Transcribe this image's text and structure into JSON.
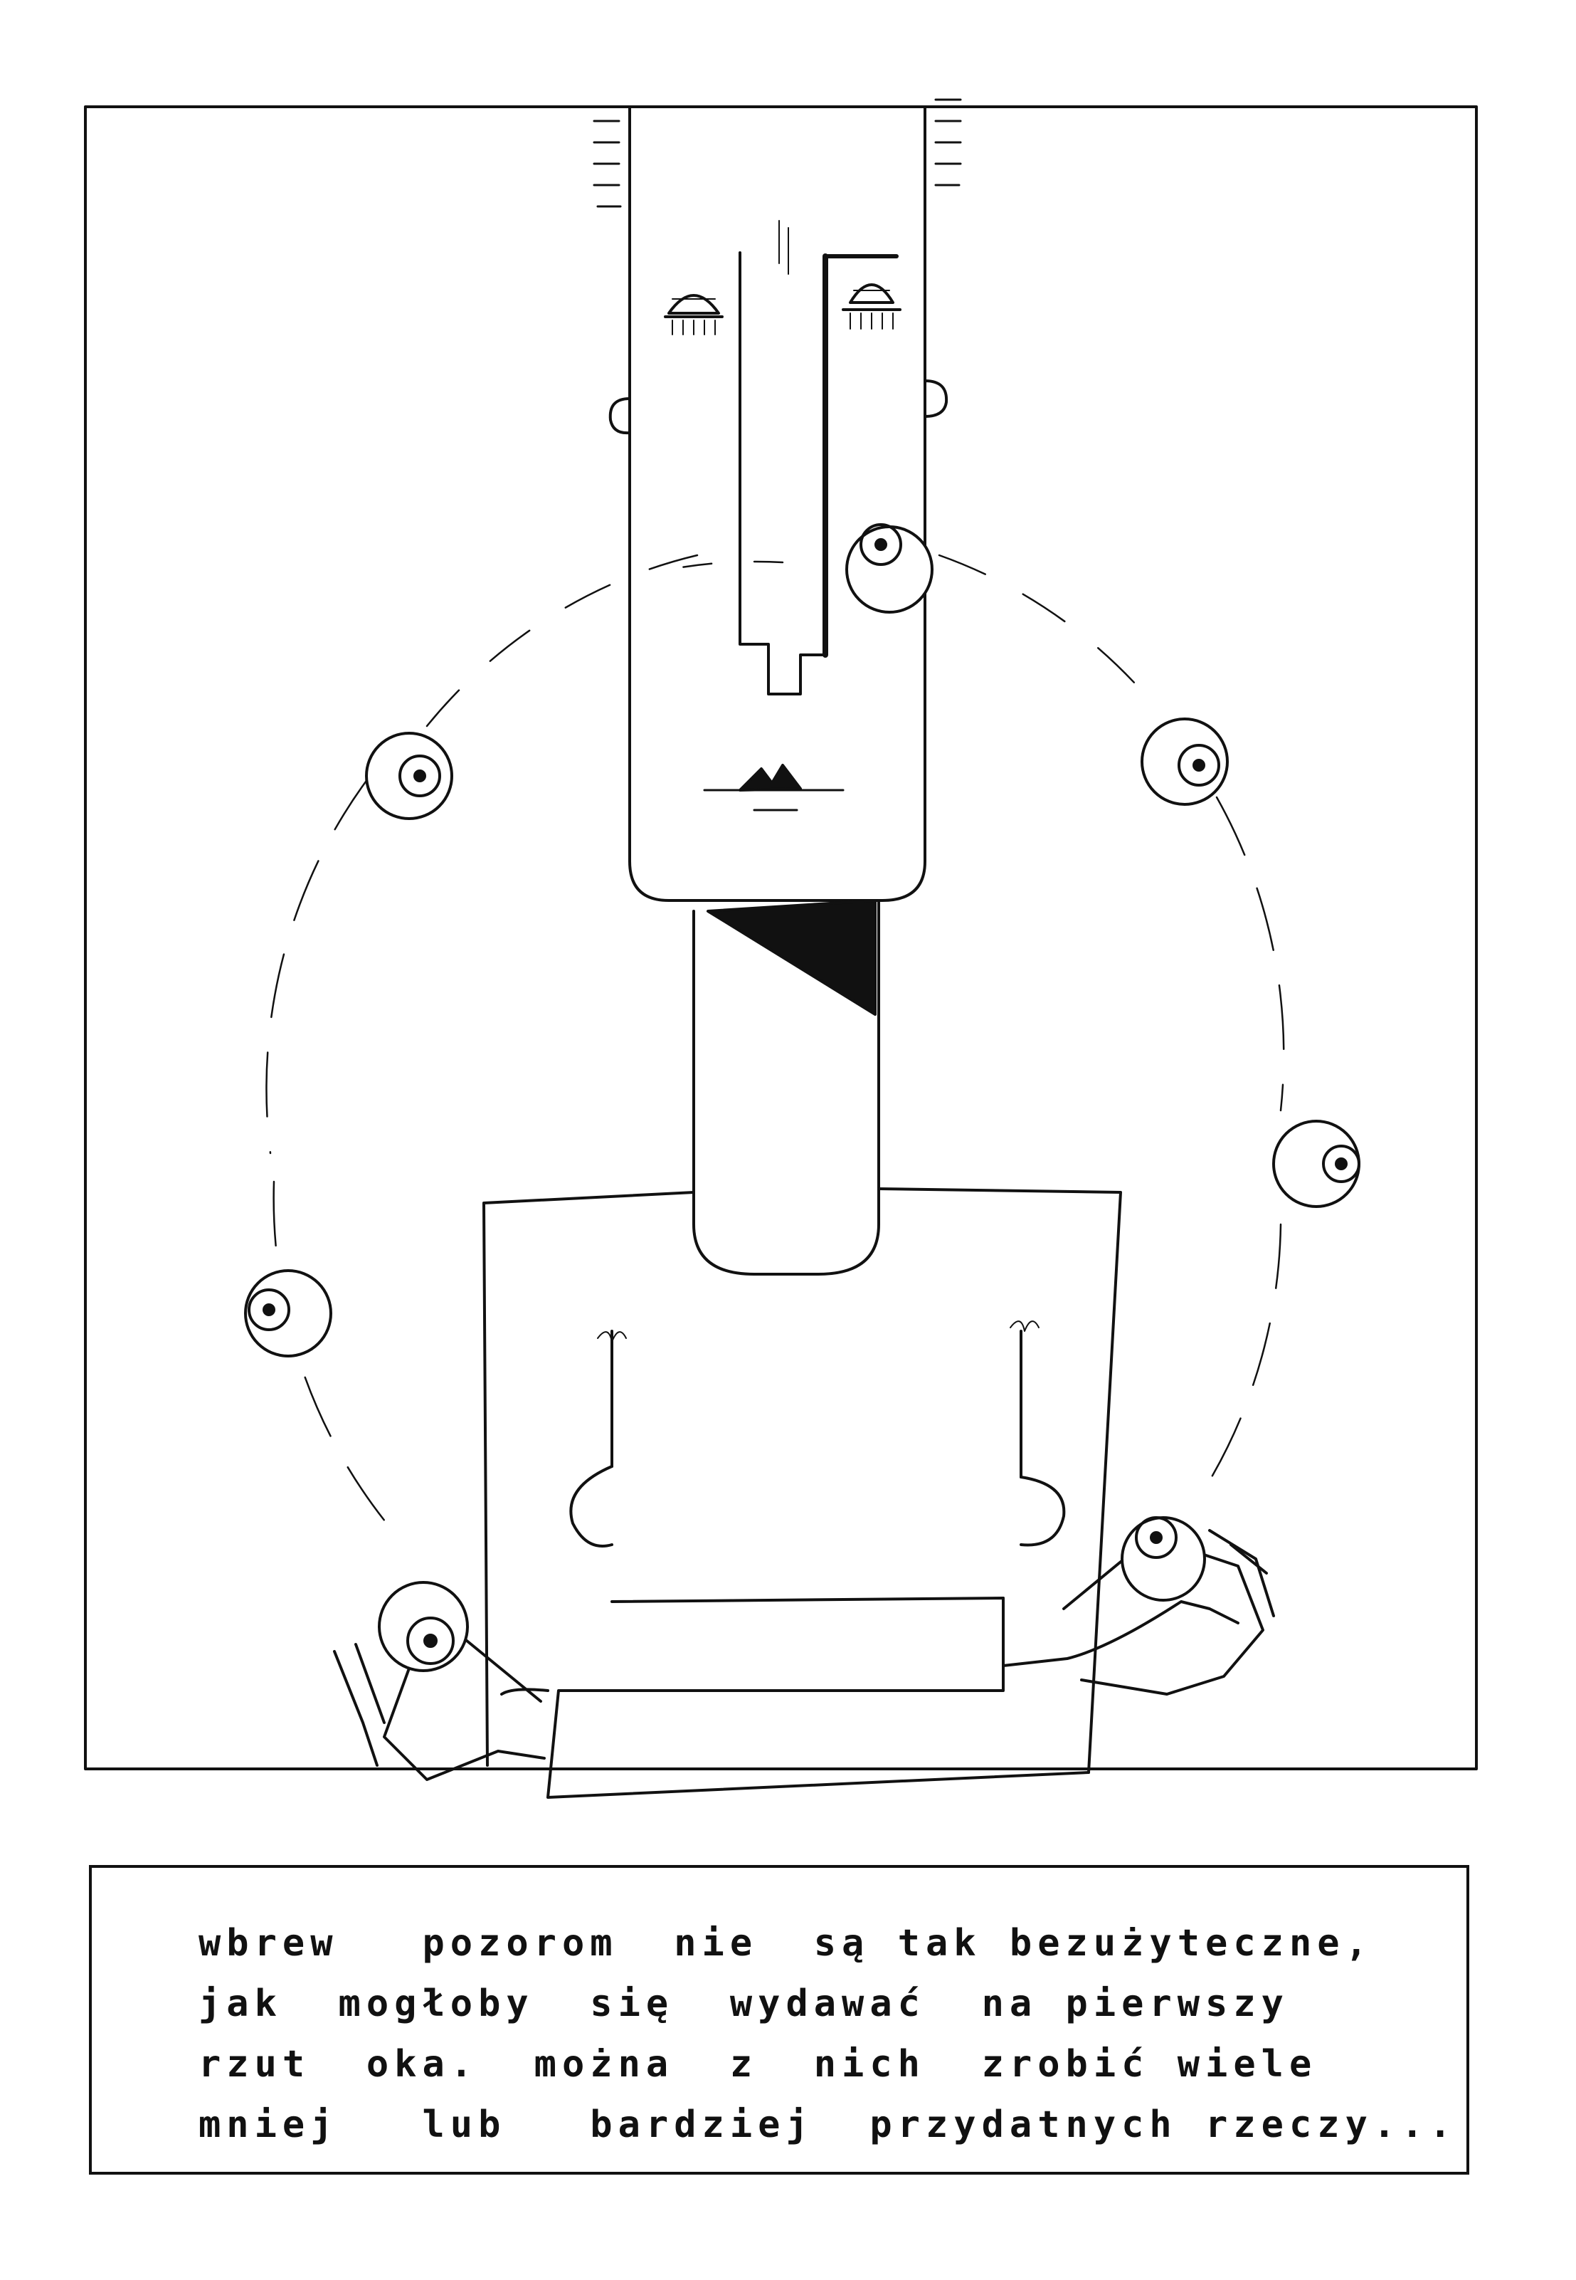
{
  "caption": {
    "lines": [
      "wbrew   pozorom  nie  są tak bezużyteczne,",
      "jak  mogłoby  się  wydawać  na pierwszy",
      "rzut  oka.  można  z  nich  zrobić wiele",
      "mniej   lub   bardziej  przydatnych rzeczy..."
    ]
  },
  "colors": {
    "ink": "#111111",
    "paper": "#ffffff"
  }
}
